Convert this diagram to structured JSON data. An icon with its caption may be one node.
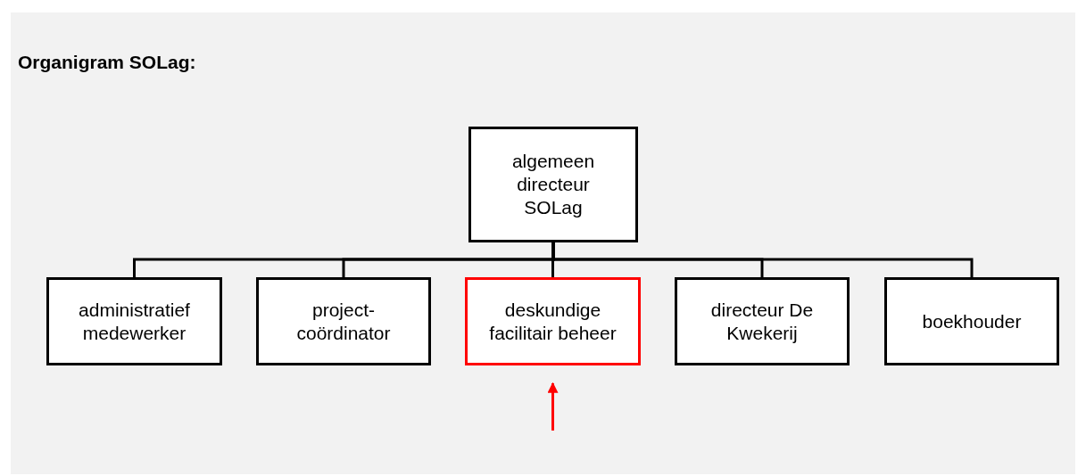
{
  "diagram": {
    "title": "Organigram SOLag:",
    "nodes": [
      {
        "text": [
          "algemeen directeur SOLag"
        ]
      },
      {
        "text": [
          "administratief medewerker"
        ]
      },
      {
        "text": [
          "project-coördinator"
        ]
      },
      {
        "text": [
          "deskundige facilitair beheer"
        ]
      },
      {
        "text": [
          "directeur De Kwekerij"
        ]
      },
      {
        "text": [
          "boekhouder"
        ]
      }
    ],
    "edges": [
      {
        "from": 0,
        "to": 1,
        "arrow": "none"
      },
      {
        "from": 0,
        "to": 2,
        "arrow": "none"
      },
      {
        "from": 0,
        "to": 3,
        "arrow": "none"
      },
      {
        "from": 0,
        "to": 4,
        "arrow": "none"
      },
      {
        "from": 0,
        "to": 5,
        "arrow": "none"
      },
      {
        "from": null,
        "to": 3,
        "arrow": "to",
        "color": "#ff0000"
      }
    ]
  }
}
